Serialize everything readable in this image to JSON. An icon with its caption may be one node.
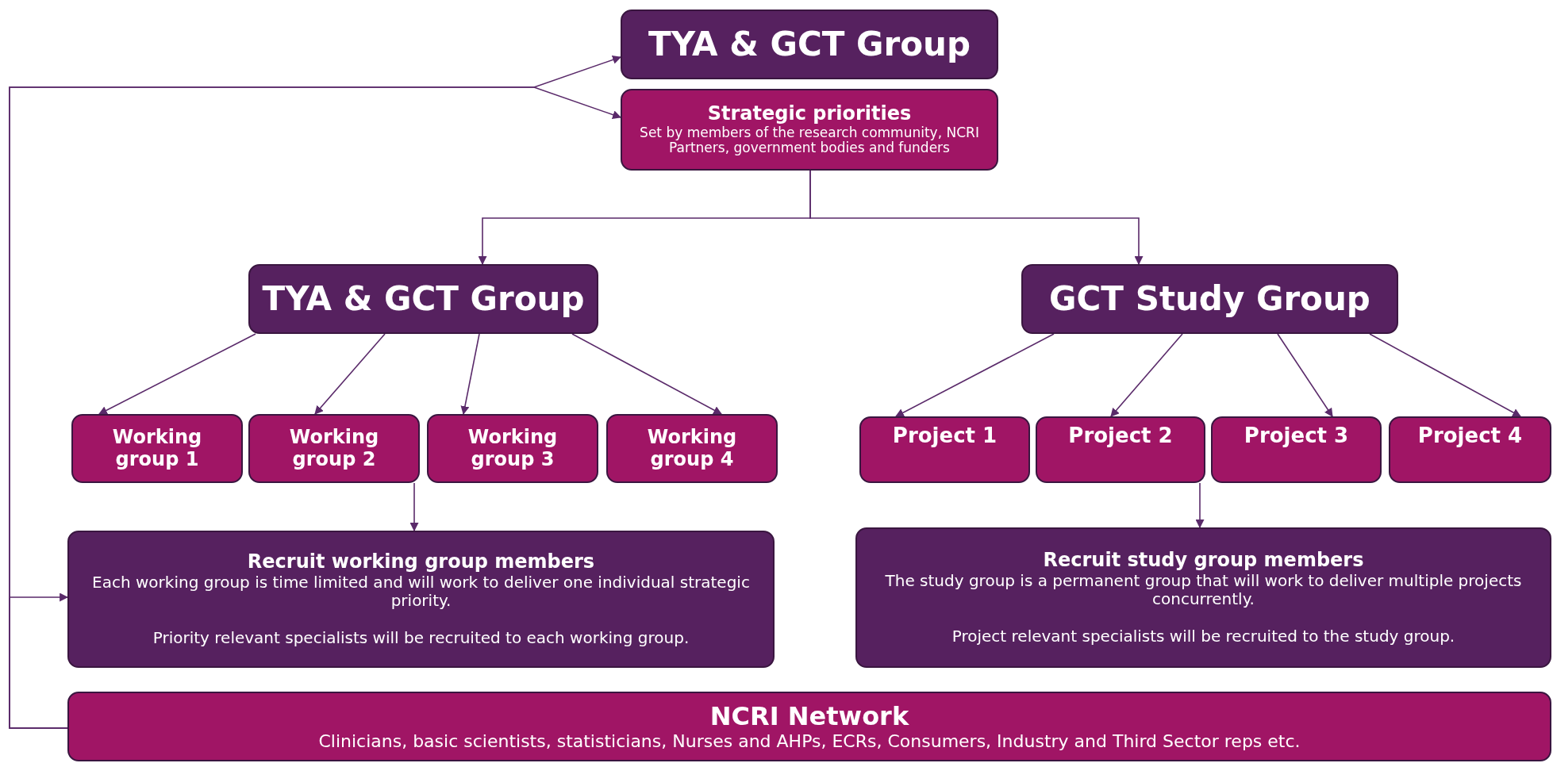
{
  "diagram": {
    "nodes": [
      {
        "text": [
          "TYA & GCT Group"
        ]
      },
      {
        "text": [
          "Strategic priorities",
          "Set by members of the research community, NCRI Partners, government bodies and funders"
        ]
      },
      {
        "text": [
          "TYA & GCT Group"
        ]
      },
      {
        "text": [
          "GCT Study Group"
        ]
      },
      {
        "text": [
          "Working group 1"
        ]
      },
      {
        "text": [
          "Working group 2"
        ]
      },
      {
        "text": [
          "Working group 3"
        ]
      },
      {
        "text": [
          "Working group 4"
        ]
      },
      {
        "text": [
          "Project 1"
        ]
      },
      {
        "text": [
          "Project 2"
        ]
      },
      {
        "text": [
          "Project 3"
        ]
      },
      {
        "text": [
          "Project 4"
        ]
      },
      {
        "text": [
          "Recruit working group members",
          "Each working group is time limited and will work to deliver one individual strategic priority.",
          "Priority relevant specialists will be recruited to each working group."
        ]
      },
      {
        "text": [
          "Recruit study group members",
          "The study group is a permanent group that will work to deliver multiple projects concurrently.",
          "Project relevant specialists will be recruited to the study group."
        ]
      },
      {
        "text": [
          "NCRI Network",
          "Clinicians, basic scientists, statisticians, Nurses and AHPs, ECRs, Consumers, Industry and Third Sector reps etc."
        ]
      }
    ],
    "edges": [
      {
        "from": 1,
        "to": 2,
        "arrow": "to"
      },
      {
        "from": 1,
        "to": 3,
        "arrow": "to"
      },
      {
        "from": 2,
        "to": 4,
        "arrow": "to"
      },
      {
        "from": 2,
        "to": 5,
        "arrow": "to"
      },
      {
        "from": 2,
        "to": 6,
        "arrow": "to"
      },
      {
        "from": 2,
        "to": 7,
        "arrow": "to"
      },
      {
        "from": 3,
        "to": 8,
        "arrow": "to"
      },
      {
        "from": 3,
        "to": 9,
        "arrow": "to"
      },
      {
        "from": 3,
        "to": 10,
        "arrow": "to"
      },
      {
        "from": 3,
        "to": 11,
        "arrow": "to"
      },
      {
        "from": 5,
        "to": 12,
        "arrow": "to"
      },
      {
        "from": 9,
        "to": 13,
        "arrow": "to"
      },
      {
        "from": 14,
        "to": 0,
        "arrow": "to"
      },
      {
        "from": 14,
        "to": 1,
        "arrow": "to"
      },
      {
        "from": 14,
        "to": 12,
        "arrow": "to"
      }
    ]
  }
}
